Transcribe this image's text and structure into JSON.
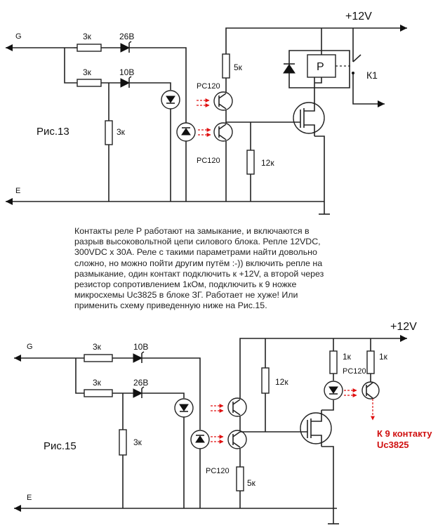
{
  "fig13": {
    "caption": "Рис.13",
    "supply": "+12V",
    "in_g": "G",
    "in_e": "E",
    "r1": "3к",
    "r2": "3к",
    "r3": "3к",
    "r4": "5к",
    "r5": "12к",
    "zener1": "26В",
    "zener2": "10В",
    "opto1": "PC120",
    "opto2": "PC120",
    "relay": "P",
    "contact": "К1"
  },
  "paragraph": "Контакты реле Р работают на замыкание, и включаются в\nразрыв высоковольтной цепи силового блока. Репле 12VDC,\n300VDC x 30А. Реле с такими параметрами найти довольно\nсложно, но можно пойти другим путём :-)) включить репле на\nразмыкание, один контакт подключить к +12V, а второй через\nрезистор сопротивлением 1кОм, подключить к 9 ножке\nмикросхемы Uc3825 в блоке ЗГ. Работает не хуже! Или\nприменить схему приведенную ниже на Рис.15.",
  "fig15": {
    "caption": "Рис.15",
    "supply": "+12V",
    "in_g": "G",
    "in_e": "E",
    "r1": "3к",
    "r2": "3к",
    "r3": "3к",
    "r4": "12к",
    "r5": "5к",
    "r6": "1к",
    "r7": "1к",
    "zener1": "10В",
    "zener2": "26В",
    "opto1": "PC120",
    "opto2": "PC120",
    "output_line1": "К 9 контакту",
    "output_line2": "Uc3825",
    "accent_color": "#d01010"
  }
}
